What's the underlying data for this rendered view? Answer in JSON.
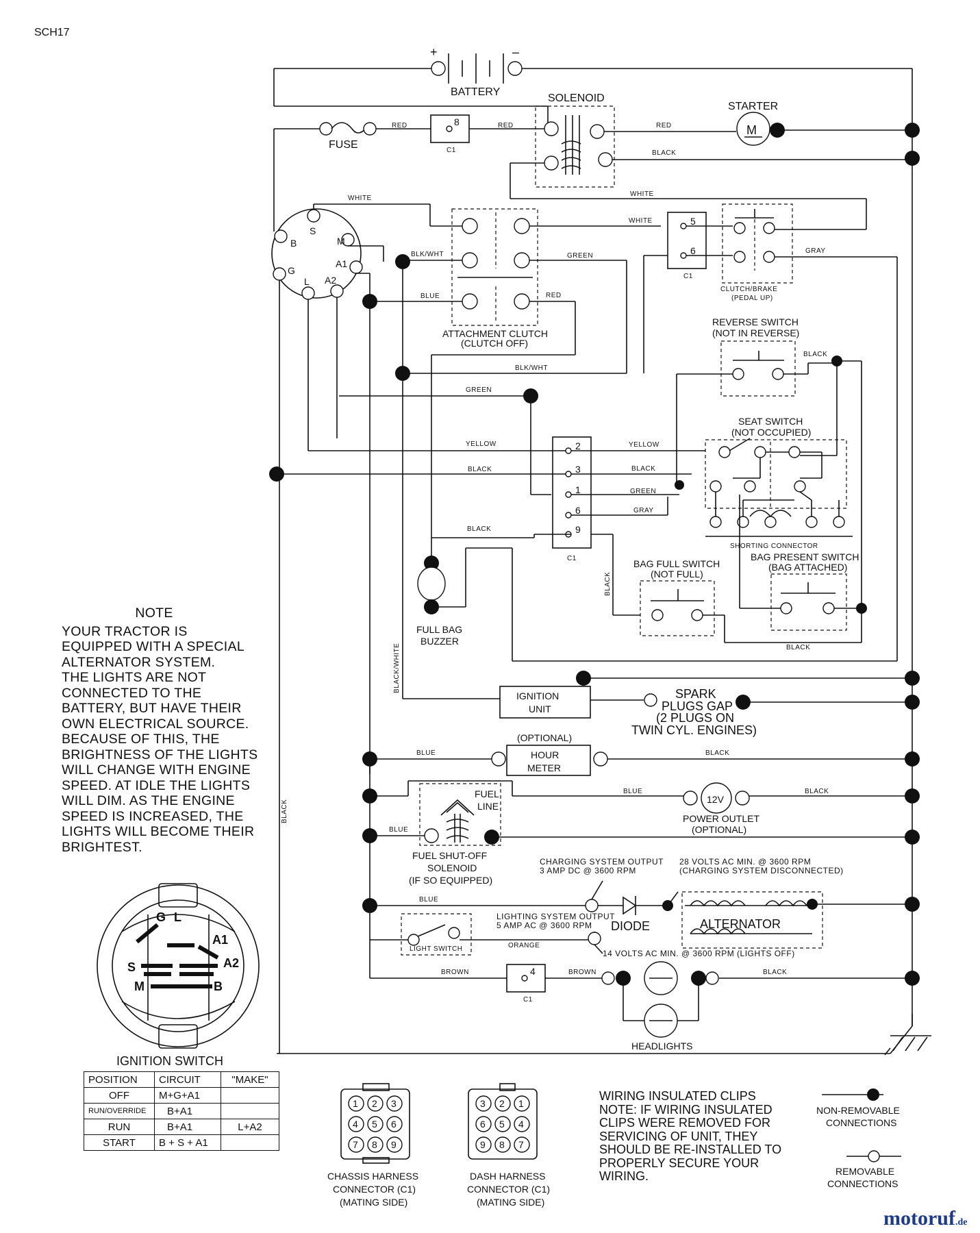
{
  "code": "SCH17",
  "components": {
    "battery": "BATTERY",
    "battery_plus": "+",
    "battery_minus": "–",
    "solenoid": "SOLENOID",
    "starter": "STARTER",
    "starter_m": "M",
    "fuse": "FUSE",
    "attachment_clutch_1": "ATTACHMENT CLUTCH",
    "attachment_clutch_2": "(CLUTCH OFF)",
    "clutch_brake_1": "CLUTCH/BRAKE",
    "clutch_brake_2": "(PEDAL UP)",
    "reverse_switch_1": "REVERSE SWITCH",
    "reverse_switch_2": "(NOT IN REVERSE)",
    "seat_switch_1": "SEAT SWITCH",
    "seat_switch_2": "(NOT OCCUPIED)",
    "shorting_connector": "SHORTING CONNECTOR",
    "bag_full_1": "BAG FULL SWITCH",
    "bag_full_2": "(NOT FULL)",
    "bag_present_1": "BAG PRESENT SWITCH",
    "bag_present_2": "(BAG ATTACHED)",
    "full_bag_buzzer_1": "FULL BAG",
    "full_bag_buzzer_2": "BUZZER",
    "ignition_unit_1": "IGNITION",
    "ignition_unit_2": "UNIT",
    "spark_1": "SPARK",
    "spark_2": "PLUGS GAP",
    "spark_3": "(2 PLUGS ON",
    "spark_4": "TWIN CYL. ENGINES)",
    "optional": "(OPTIONAL)",
    "hour_meter_1": "HOUR",
    "hour_meter_2": "METER",
    "fuel_line_1": "FUEL",
    "fuel_line_2": "LINE",
    "power_outlet_v": "12V",
    "power_outlet_1": "POWER OUTLET",
    "power_outlet_2": "(OPTIONAL)",
    "fuel_solenoid_1": "FUEL SHUT-OFF",
    "fuel_solenoid_2": "SOLENOID",
    "fuel_solenoid_3": "(IF SO EQUIPPED)",
    "charging_output_1": "CHARGING SYSTEM OUTPUT",
    "charging_output_2": "3 AMP DC @ 3600 RPM",
    "volts28_1": "28 VOLTS AC MIN. @ 3600 RPM",
    "volts28_2": "(CHARGING SYSTEM DISCONNECTED)",
    "diode": "DIODE",
    "alternator": "ALTERNATOR",
    "lighting_output_1": "LIGHTING SYSTEM OUTPUT",
    "lighting_output_2": "5 AMP AC @ 3600 RPM",
    "volts14": "14 VOLTS AC MIN. @ 3600 RPM (LIGHTS OFF)",
    "light_switch": "LIGHT SWITCH",
    "headlights": "HEADLIGHTS",
    "c1": "C1",
    "ign_terminals": [
      "B",
      "S",
      "M",
      "A1",
      "G",
      "L",
      "A2"
    ]
  },
  "wires": {
    "red": "RED",
    "black": "BLACK",
    "white": "WHITE",
    "blkwht": "BLK/WHT",
    "green": "GREEN",
    "blue": "BLUE",
    "gray": "GRAY",
    "yellow": "YELLOW",
    "orange": "ORANGE",
    "brown": "BROWN",
    "black_white": "BLACK/WHITE"
  },
  "pins": {
    "p8": "8",
    "p5": "5",
    "p6": "6",
    "p2": "2",
    "p3": "3",
    "p1": "1",
    "p6b": "6",
    "p9": "9",
    "p4": "4"
  },
  "note": {
    "title": "NOTE",
    "lines": [
      "YOUR TRACTOR IS",
      "EQUIPPED WITH A SPECIAL",
      "ALTERNATOR SYSTEM.",
      "THE LIGHTS ARE NOT",
      "CONNECTED TO THE",
      "BATTERY, BUT HAVE THEIR",
      "OWN ELECTRICAL SOURCE.",
      "BECAUSE OF THIS, THE",
      "BRIGHTNESS OF THE LIGHTS",
      "WILL CHANGE WITH ENGINE",
      "SPEED.  AT IDLE THE LIGHTS",
      "WILL DIM.  AS THE ENGINE",
      "SPEED IS INCREASED,  THE",
      "LIGHTS WILL BECOME THEIR",
      "BRIGHTEST."
    ]
  },
  "ignition_switch": {
    "title": "IGNITION SWITCH",
    "face_letters": [
      "G",
      "L",
      "A1",
      "S",
      "A2",
      "M",
      "B"
    ],
    "headers": [
      "POSITION",
      "CIRCUIT",
      "\"MAKE\""
    ],
    "rows": [
      [
        "OFF",
        "M+G+A1",
        ""
      ],
      [
        "RUN/OVERRIDE",
        "B+A1",
        ""
      ],
      [
        "RUN",
        "B+A1",
        "L+A2"
      ],
      [
        "START",
        "B + S + A1",
        ""
      ]
    ]
  },
  "connectors": {
    "chassis": [
      "CHASSIS HARNESS",
      "CONNECTOR (C1)",
      "(MATING SIDE)"
    ],
    "chassis_pins": [
      "1",
      "2",
      "3",
      "4",
      "5",
      "6",
      "7",
      "8",
      "9"
    ],
    "dash": [
      "DASH HARNESS",
      "CONNECTOR (C1)",
      "(MATING SIDE)"
    ],
    "dash_pins": [
      "3",
      "2",
      "1",
      "6",
      "5",
      "4",
      "9",
      "8",
      "7"
    ]
  },
  "clips_note": [
    "WIRING INSULATED CLIPS",
    "NOTE: IF WIRING INSULATED",
    "CLIPS WERE REMOVED FOR",
    "SERVICING OF UNIT, THEY",
    "SHOULD BE RE-INSTALLED TO",
    "PROPERLY SECURE YOUR",
    "WIRING."
  ],
  "legend": {
    "non_removable_1": "NON-REMOVABLE",
    "non_removable_2": "CONNECTIONS",
    "removable_1": "REMOVABLE",
    "removable_2": "CONNECTIONS"
  },
  "logo": {
    "name": "motoruf",
    "suffix": ".de"
  }
}
